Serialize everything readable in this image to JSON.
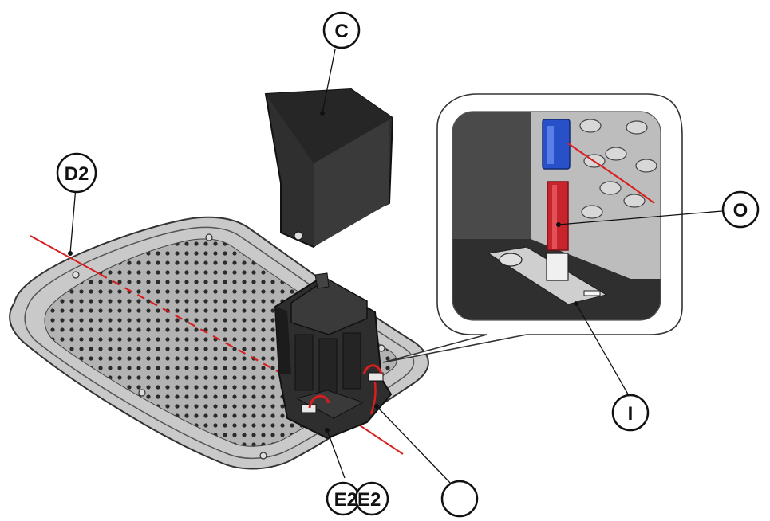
{
  "diagram": {
    "callouts": {
      "c": "C",
      "d2": "D2",
      "o": "O",
      "i": "I",
      "e2": "E2E2",
      "blank": ""
    },
    "colors": {
      "cutting_line": "#d81e1e",
      "wire": "#d81e1e",
      "connector_blue": "#2850c8",
      "fuse_red": "#c8242c",
      "housing_dark": "#2e2e2e",
      "plate_gray": "#a9a9a9"
    }
  }
}
